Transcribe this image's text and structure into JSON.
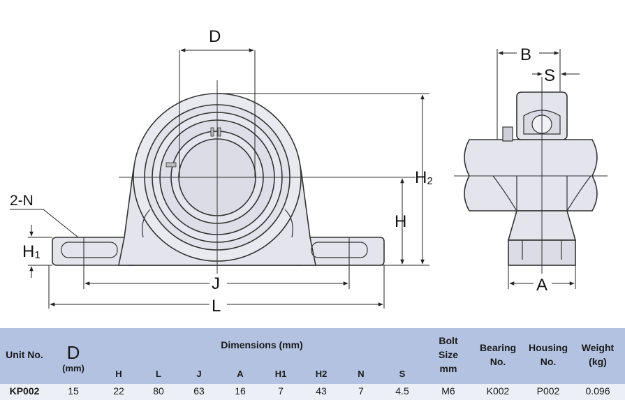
{
  "drawing": {
    "labels": {
      "D": "D",
      "N": "2-N",
      "H1_main": "H",
      "H1_sub": "1",
      "H": "H",
      "H2_main": "H",
      "H2_sub": "2",
      "J": "J",
      "L": "L",
      "B": "B",
      "S": "S",
      "A": "A"
    }
  },
  "table": {
    "headers": {
      "unit_no": "Unit No.",
      "d_symbol": "D",
      "d_unit": "(mm)",
      "dimensions": "Dimensions (mm)",
      "bolt_size": [
        "Bolt",
        "Size",
        "mm"
      ],
      "bearing_no": [
        "Bearing",
        "No."
      ],
      "housing_no": [
        "Housing",
        "No."
      ],
      "weight": [
        "Weight",
        "(kg)"
      ]
    },
    "dimension_columns": [
      "H",
      "L",
      "J",
      "A",
      "H1",
      "H2",
      "N",
      "S"
    ],
    "row": {
      "unit_no": "KP002",
      "D": "15",
      "H": "22",
      "L": "80",
      "J": "63",
      "A": "16",
      "H1": "7",
      "H2": "43",
      "N": "7",
      "S": "4.5",
      "bolt_size": "M6",
      "bearing_no": "K002",
      "housing_no": "P002",
      "weight": "0.096"
    }
  }
}
